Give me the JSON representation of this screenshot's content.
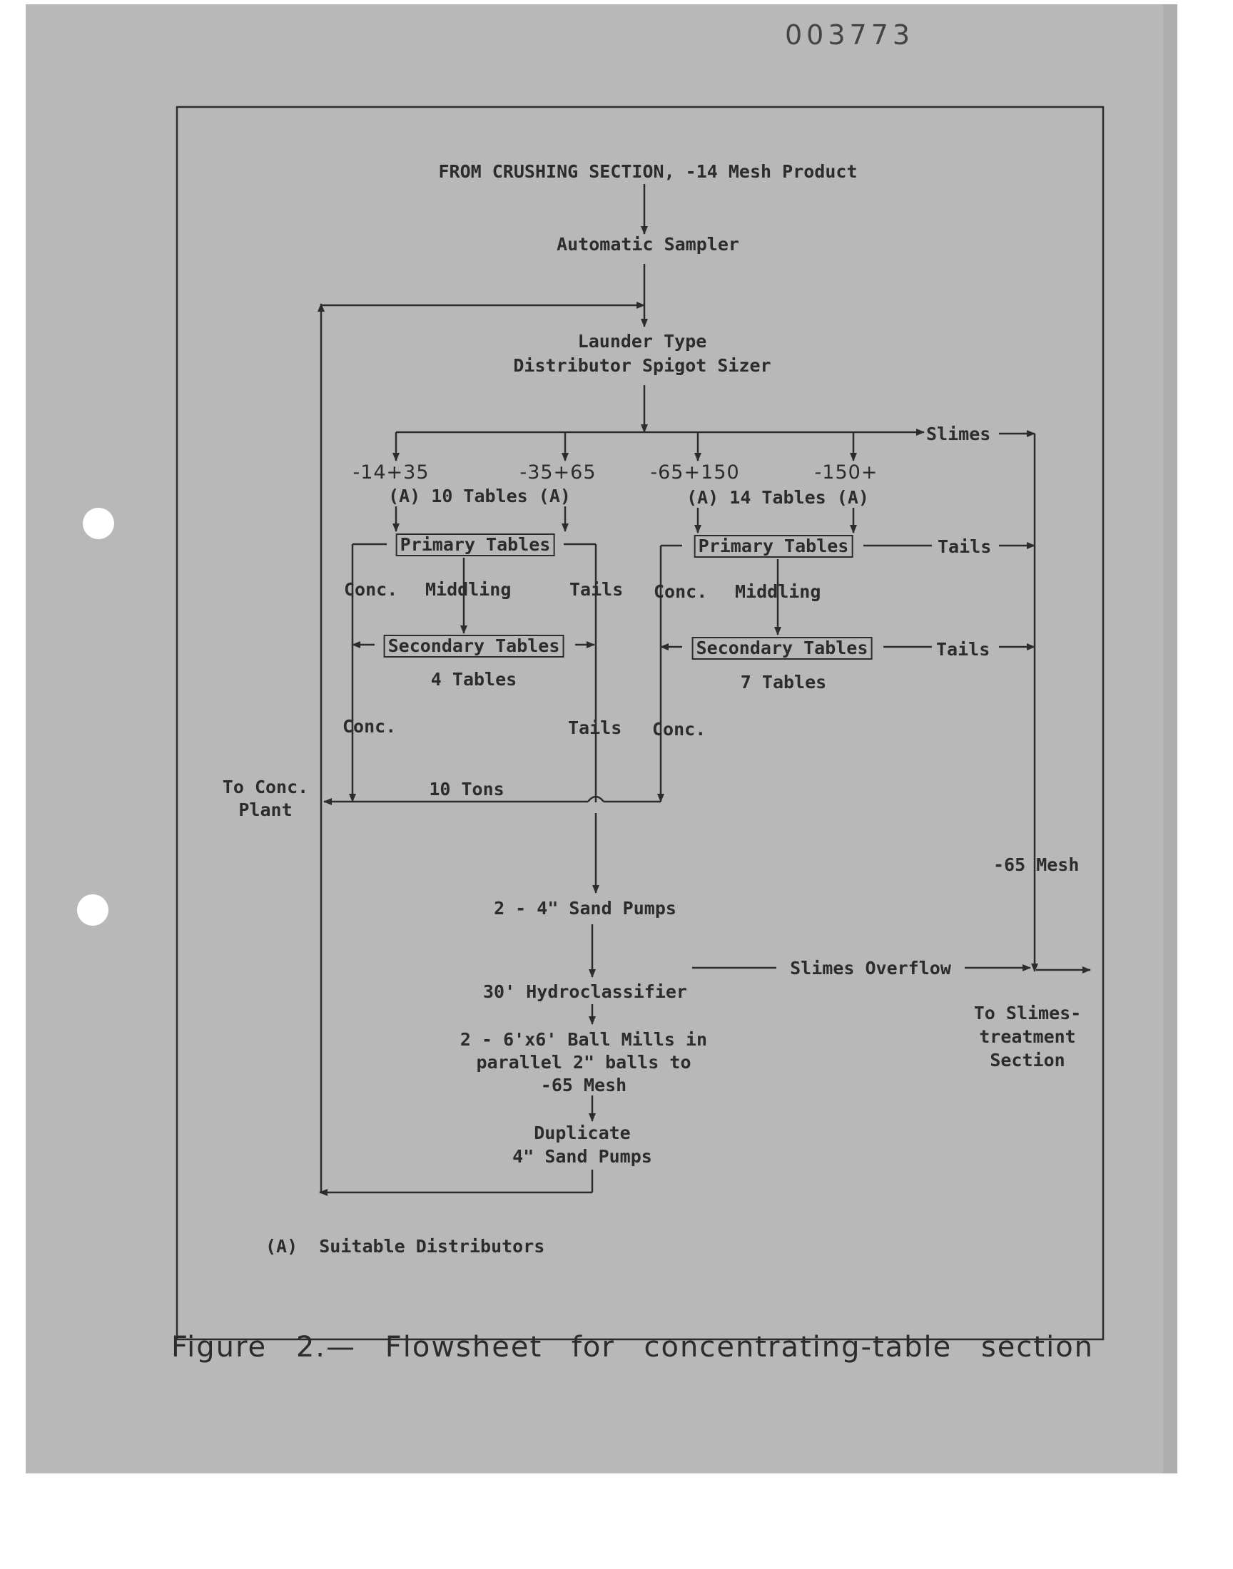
{
  "document_number": "003773",
  "diagram": {
    "source": "FROM CRUSHING SECTION, -14 Mesh Product",
    "sampler": "Automatic Sampler",
    "distributor": "Launder Type\nDistributor Spigot Sizer",
    "slimes": "Slimes",
    "left_group": {
      "size_a": "-14+35",
      "size_b": "-35+65",
      "tables": "(A) 10 Tables (A)",
      "primary": "Primary Tables",
      "conc": "Conc.",
      "middling": "Middling",
      "tails": "Tails",
      "secondary": "Secondary Tables",
      "secondary_count": "4 Tables",
      "conc_2": "Conc.",
      "tails_2": "Tails"
    },
    "right_group": {
      "size_a": "-65+150",
      "size_b": "-150+",
      "tables": "(A) 14 Tables (A)",
      "primary": "Primary Tables",
      "tails": "Tails",
      "conc": "Conc.",
      "middling": "Middling",
      "secondary": "Secondary Tables",
      "tails_2": "Tails",
      "secondary_count": "7 Tables",
      "conc_2": "Conc."
    },
    "to_conc_plant": "To Conc.\nPlant",
    "ten_tons": "10 Tons",
    "minus_65_mesh": "-65 Mesh",
    "sand_pumps": "2 - 4\" Sand Pumps",
    "slimes_overflow": "Slimes Overflow",
    "hydroclassifier": "30' Hydroclassifier",
    "ball_mills": "2 - 6'x6' Ball Mills in\nparallel 2\" balls to\n-65 Mesh",
    "slimes_treatment": "To Slimes-\ntreatment\nSection",
    "duplicate_pumps": "Duplicate\n4\" Sand Pumps",
    "footnote": "(A)  Suitable Distributors"
  },
  "caption": "Figure 2.—  Flowsheet for concentrating-table section",
  "colors": {
    "paper": "#b8b8b8",
    "ink": "#2c2c2c",
    "background": "#ffffff"
  }
}
